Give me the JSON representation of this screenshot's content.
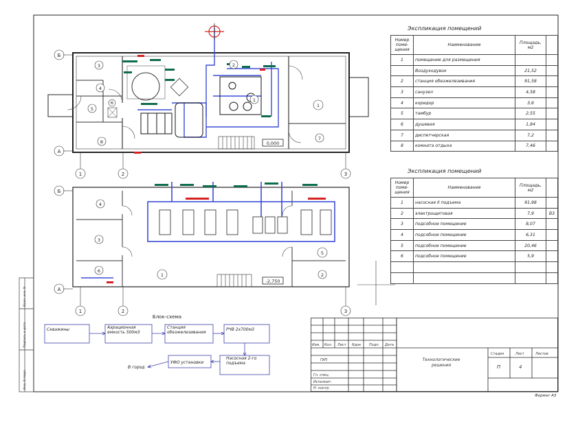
{
  "explication1": {
    "title": "Экспликация помещений",
    "headers": {
      "num": "Номер поме- щения",
      "name": "Наименование",
      "area": "Площадь, м2"
    },
    "rows": [
      {
        "num": "1",
        "name": "помещение для размещения",
        "area": ""
      },
      {
        "num": "",
        "name": "Воздуходувок",
        "area": "21,52"
      },
      {
        "num": "2",
        "name": "станция обезжелезивания",
        "area": "91,58"
      },
      {
        "num": "3",
        "name": "санузел",
        "area": "4,58"
      },
      {
        "num": "4",
        "name": "коридор",
        "area": "3,6"
      },
      {
        "num": "5",
        "name": "тамбур",
        "area": "2,55"
      },
      {
        "num": "6",
        "name": "душевая",
        "area": "1,84"
      },
      {
        "num": "7",
        "name": "диспетчерская",
        "area": "7,2"
      },
      {
        "num": "8",
        "name": "комната отдыха",
        "area": "7,46"
      }
    ]
  },
  "explication2": {
    "title": "Экспликация помещений",
    "headers": {
      "num": "Номер поме- щения",
      "name": "Наименование",
      "area": "Площадь, м2"
    },
    "rows": [
      {
        "num": "1",
        "name": "насосная II подъема",
        "area": "91,98",
        "extra": ""
      },
      {
        "num": "2",
        "name": "электрощитовая",
        "area": "7,9",
        "extra": "В3"
      },
      {
        "num": "3",
        "name": "подсобное помещение",
        "area": "8,07",
        "extra": ""
      },
      {
        "num": "4",
        "name": "подсобное помещение",
        "area": "6,31",
        "extra": ""
      },
      {
        "num": "5",
        "name": "подсобное помещение",
        "area": "20,46",
        "extra": ""
      },
      {
        "num": "6",
        "name": "подсобное помещение",
        "area": "5,9",
        "extra": ""
      }
    ]
  },
  "plan1": {
    "axis_letters": [
      "Б",
      "А"
    ],
    "axis_numbers": [
      "1",
      "2",
      "3"
    ],
    "room_numbers": [
      "3",
      "4",
      "5",
      "6",
      "8",
      "2",
      "1",
      "7",
      "1"
    ],
    "elevation": "0,000"
  },
  "plan2": {
    "axis_letters": [
      "Б",
      "А"
    ],
    "axis_numbers": [
      "1",
      "2",
      "3"
    ],
    "room_numbers": [
      "4",
      "3",
      "6",
      "1",
      "5",
      "2"
    ],
    "elevation": "-2,750"
  },
  "block_scheme": {
    "title": "Блок-схема",
    "boxes": {
      "wells": "Скважины",
      "aeration": "Аэрационная емкость 500м3",
      "station": "Станция обезжелезивания",
      "rchv": "РЧВ 2х700м3",
      "pump": "Насосная 2-го подъема",
      "ufo": "УФО установки",
      "city": "В город"
    }
  },
  "stamp": {
    "cols": [
      "Изм.",
      "Кол.",
      "Лист",
      "Nдок",
      "Подп.",
      "Дата"
    ],
    "roles": [
      "ГИП",
      "Гл. спец.",
      "Исполнит.",
      "Н. контр."
    ],
    "title": "Технологические решения",
    "stage_label": "Стадия",
    "sheet_label": "Лист",
    "sheets_label": "Листов",
    "stage": "П",
    "sheet": "4",
    "sheets": ""
  },
  "side_stamp": [
    "Взам. инв. N",
    "Подпись и дата",
    "Инв. N подл."
  ],
  "format": "Формат А3"
}
